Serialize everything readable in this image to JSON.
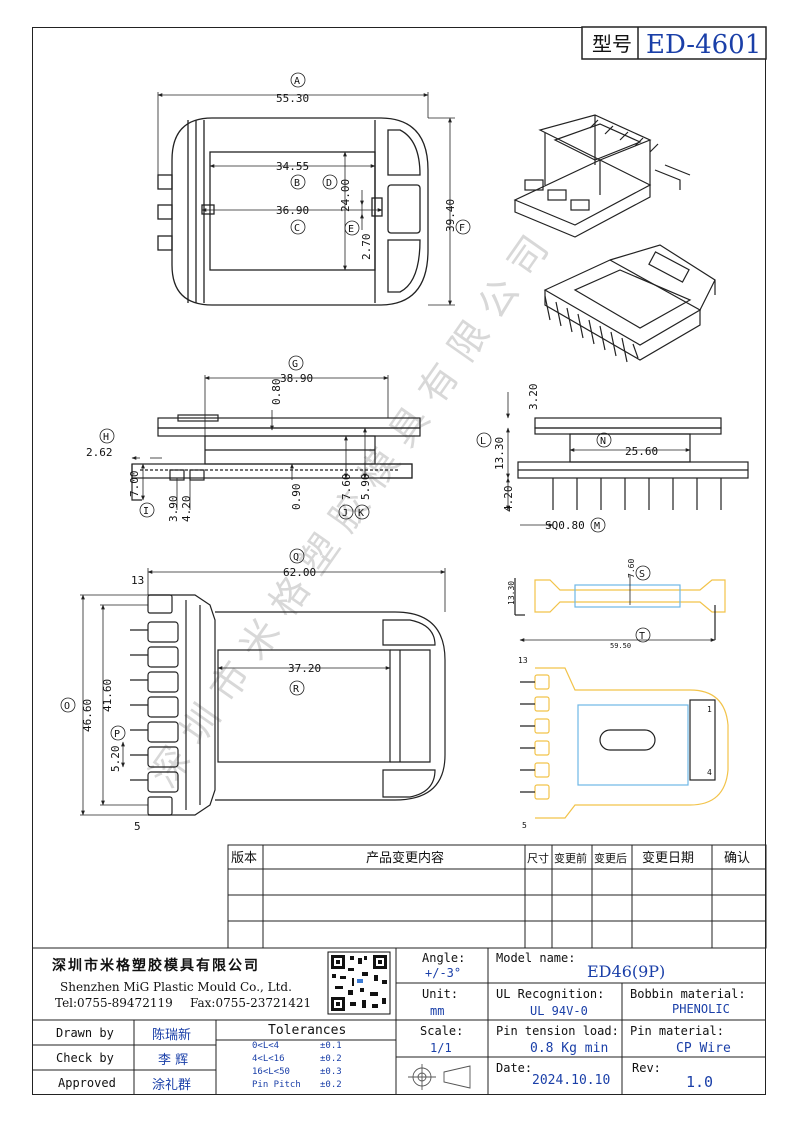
{
  "title_block": {
    "model_label": "型号",
    "model_number": "ED-4601"
  },
  "dims": {
    "A": "55.30",
    "B": "34.55",
    "C": "36.90",
    "D": "24.00",
    "E": "2.70",
    "F": "39.40",
    "G": "38.90",
    "G2": "0.80",
    "H": "2.62",
    "I": "7.00",
    "J": "7.60",
    "K": "5.90",
    "v390": "3.90",
    "v420": "4.20",
    "v090": "0.90",
    "L": "13.30",
    "M": "SQ0.80",
    "N": "25.60",
    "v320": "3.20",
    "v420b": "4.20",
    "Q": "62.00",
    "R": "37.20",
    "O": "46.60",
    "P": "41.60",
    "v520": "5.20",
    "S": "7.60",
    "T": "59.50",
    "Sx": "13.30"
  },
  "letters": {
    "A": "A",
    "B": "B",
    "C": "C",
    "D": "D",
    "E": "E",
    "F": "F",
    "G": "G",
    "H": "H",
    "I": "I",
    "J": "J",
    "K": "K",
    "L": "L",
    "M": "M",
    "N": "N",
    "O": "O",
    "P": "P",
    "Q": "Q",
    "R": "R",
    "S": "S",
    "T": "T"
  },
  "pin_labels": {
    "top": "13",
    "bottom": "5",
    "top_small": "13",
    "bottom_small": "5",
    "p1": "1",
    "p2": "4"
  },
  "watermark": "深圳市米格塑胶模具有限公司",
  "revision_table": {
    "headers": [
      "版本",
      "产品变更内容",
      "尺寸",
      "变更前",
      "变更后",
      "变更日期",
      "确认"
    ]
  },
  "company": {
    "name_cn": "深圳市米格塑胶模具有限公司",
    "name_en": "Shenzhen MiG Plastic Mould Co., Ltd.",
    "tel": "Tel:0755-89472119",
    "fax": "Fax:0755-23721421"
  },
  "fields": {
    "angle_label": "Angle:",
    "angle_value": "+/-3°",
    "unit_label": "Unit:",
    "unit_value": "mm",
    "scale_label": "Scale:",
    "scale_value": "1/1",
    "model_name_label": "Model name:",
    "model_name_value": "ED46(9P)",
    "ul_label": "UL Recognition:",
    "ul_value": "UL 94V-0",
    "bobbin_label": "Bobbin material:",
    "bobbin_value": "PHENOLIC",
    "pin_tension_label": "Pin tension load:",
    "pin_tension_value": "0.8 Kg min",
    "pin_material_label": "Pin material:",
    "pin_material_value": "CP Wire",
    "date_label": "Date:",
    "date_value": "2024.10.10",
    "rev_label": "Rev:",
    "rev_value": "1.0"
  },
  "people": {
    "drawn_label": "Drawn by",
    "drawn_name": "陈瑞新",
    "check_label": "Check by",
    "check_name": "李 辉",
    "approved_label": "Approved",
    "approved_name": "涂礼群"
  },
  "tolerances": {
    "title": "Tolerances",
    "rows": [
      [
        "0<L<4",
        "±0.1"
      ],
      [
        "4<L<16",
        "±0.2"
      ],
      [
        "16<L<50",
        "±0.3"
      ],
      [
        "Pin Pitch",
        "±0.2"
      ]
    ]
  },
  "colors": {
    "line": "#222222",
    "blue": "#1a3fa8",
    "yellow": "#f2c34a",
    "cyan": "#6fb7e6"
  }
}
